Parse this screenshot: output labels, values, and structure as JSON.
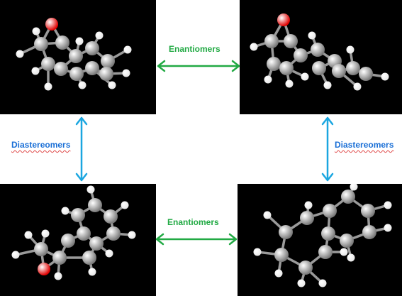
{
  "labels": {
    "enantiomers_top": "Enantiomers",
    "enantiomers_bottom": "Enantiomers",
    "diastereomers_left": "Diastereomers",
    "diastereomers_right": "Diastereomers"
  },
  "colors": {
    "background": "#ffffff",
    "panel": "#000000",
    "enantiomer_label": "#22aa44",
    "enantiomer_arrow": "#22aa44",
    "diastereomer_label": "#1a6fd6",
    "diastereomer_arrow": "#1aa6e0",
    "carbon": "#7a7a7a",
    "hydrogen": "#e8e8e8",
    "oxygen": "#e00000"
  },
  "molecules": [
    {
      "position": "top-left",
      "name": "epoxide-molecule"
    },
    {
      "position": "top-right",
      "name": "epoxide-molecule"
    },
    {
      "position": "bottom-left",
      "name": "epoxide-molecule"
    },
    {
      "position": "bottom-right",
      "name": "epoxide-molecule"
    }
  ]
}
